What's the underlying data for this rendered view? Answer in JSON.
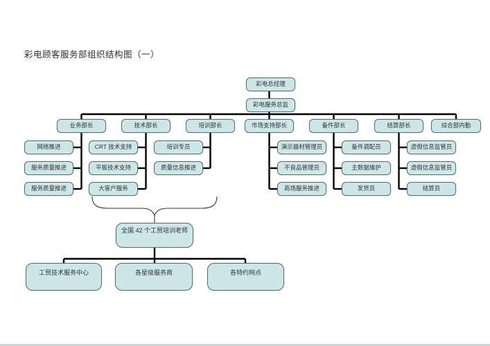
{
  "title": "彩电顾客服务部组织结构图（一）",
  "colors": {
    "node_fill": "#cde7e9",
    "node_border": "#5b6c72",
    "connector": "#000000",
    "background": "#ffffff"
  },
  "org": {
    "root": {
      "label": "彩电总经理"
    },
    "director": {
      "label": "彩电服务总监"
    },
    "departments": [
      {
        "label": "业务部长",
        "children": [
          "网络推进",
          "服务质量推进",
          "服务质量推进"
        ]
      },
      {
        "label": "技术部长",
        "children": [
          "CRT 技术支持",
          "平板技术支持",
          "大客户服务"
        ]
      },
      {
        "label": "培训部长",
        "children": [
          "培训专员",
          "质量信息推进"
        ]
      },
      {
        "label": "市场支持部长",
        "children": [
          "演示器材管理员",
          "不良品管理员",
          "商场服务推进"
        ]
      },
      {
        "label": "备件部长",
        "children": [
          "备件调配员",
          "主数据维护",
          "发货员"
        ]
      },
      {
        "label": "结算部长",
        "children": [
          "虚假信息监管员",
          "虚假信息监管员",
          "结算员"
        ]
      },
      {
        "label": "综合部内勤",
        "children": []
      }
    ],
    "training_group": {
      "label": "全国 42 个工贸培训老师"
    },
    "bottom_nodes": [
      "工贸技术服务中心",
      "各星级服务商",
      "各特约网点"
    ]
  }
}
